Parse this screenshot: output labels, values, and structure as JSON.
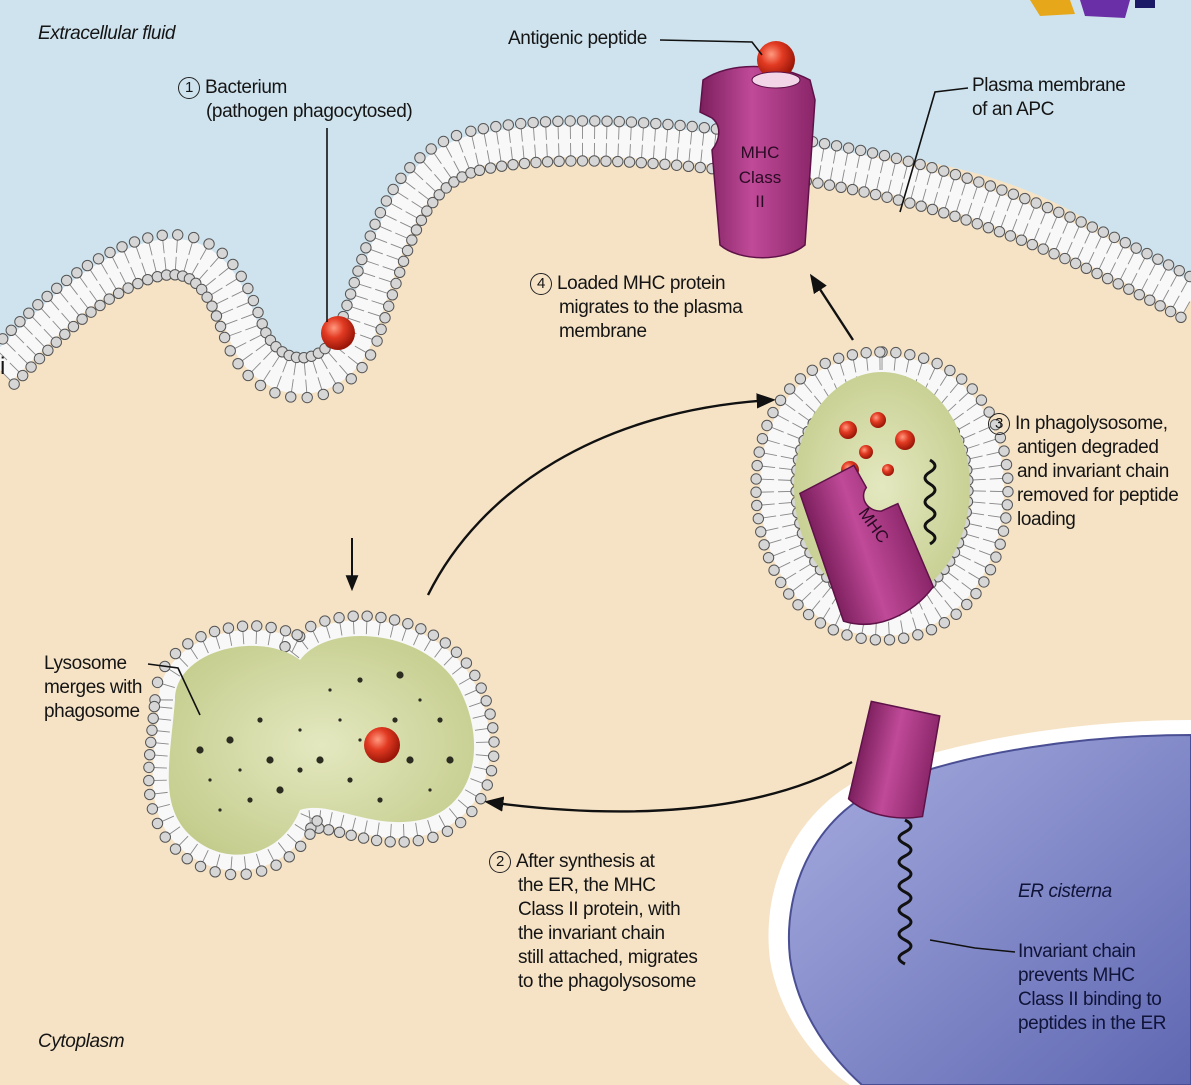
{
  "labels": {
    "extracellular": "Extracellular fluid",
    "antigenic_peptide": "Antigenic peptide",
    "step1_num": "1",
    "step1_lines": [
      "Bacterium",
      "(pathogen phagocytosed)"
    ],
    "plasma_membrane_lines": [
      "Plasma membrane",
      "of an APC"
    ],
    "step4_num": "4",
    "step4_lines": [
      "Loaded MHC protein",
      "migrates to the plasma",
      "membrane"
    ],
    "step3_num": "3",
    "step3_lines": [
      "In phagolysosome,",
      "antigen degraded",
      "and invariant chain",
      "removed for peptide",
      "loading"
    ],
    "lysosome_lines": [
      "Lysosome",
      "merges with",
      "phagosome"
    ],
    "step2_num": "2",
    "step2_lines": [
      "After synthesis at",
      "the ER, the MHC",
      "Class II protein, with",
      "the invariant chain",
      "still attached, migrates",
      "to the phagolysosome"
    ],
    "er_cisterna": "ER cisterna",
    "invariant_lines": [
      "Invariant chain",
      "prevents MHC",
      "Class II binding to",
      "peptides in the ER"
    ],
    "cytoplasm": "Cytoplasm",
    "mhc_lines": [
      "MHC",
      "Class",
      "II"
    ]
  },
  "colors": {
    "cytoplasm": "#f6e3c6",
    "extracellular": "#cfe3ee",
    "membrane_head": "#d6d6d6",
    "mhc": "#a8307f",
    "pathogen": "#d3291a",
    "er_lumen": "#8a92cf",
    "vesicle_interior": "#d8dfae"
  }
}
